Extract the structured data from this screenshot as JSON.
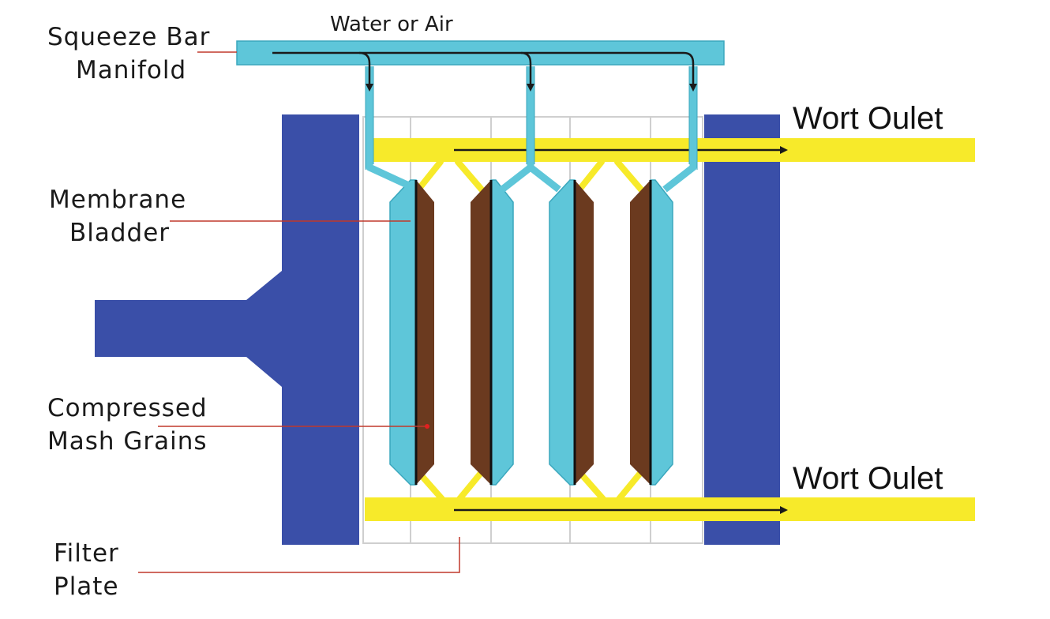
{
  "labels": {
    "water_or_air": "Water or Air",
    "squeeze_bar_manifold": [
      "Squeeze Bar",
      "Manifold"
    ],
    "membrane_bladder": [
      "Membrane",
      "Bladder"
    ],
    "compressed_mash_grains": [
      "Compressed",
      "Mash Grains"
    ],
    "filter_plate": [
      "Filter",
      "Plate"
    ],
    "wort_outlet_top": "Wort Oulet",
    "wort_outlet_bottom": "Wort Oulet"
  },
  "colors": {
    "press_frame": "#3a4fa8",
    "manifold": "#5ec6d9",
    "wort_channel": "#f7ea2a",
    "mash_grains": "#6b3a1f",
    "leader_line": "#c0392b",
    "arrow": "#1a1a1a"
  }
}
